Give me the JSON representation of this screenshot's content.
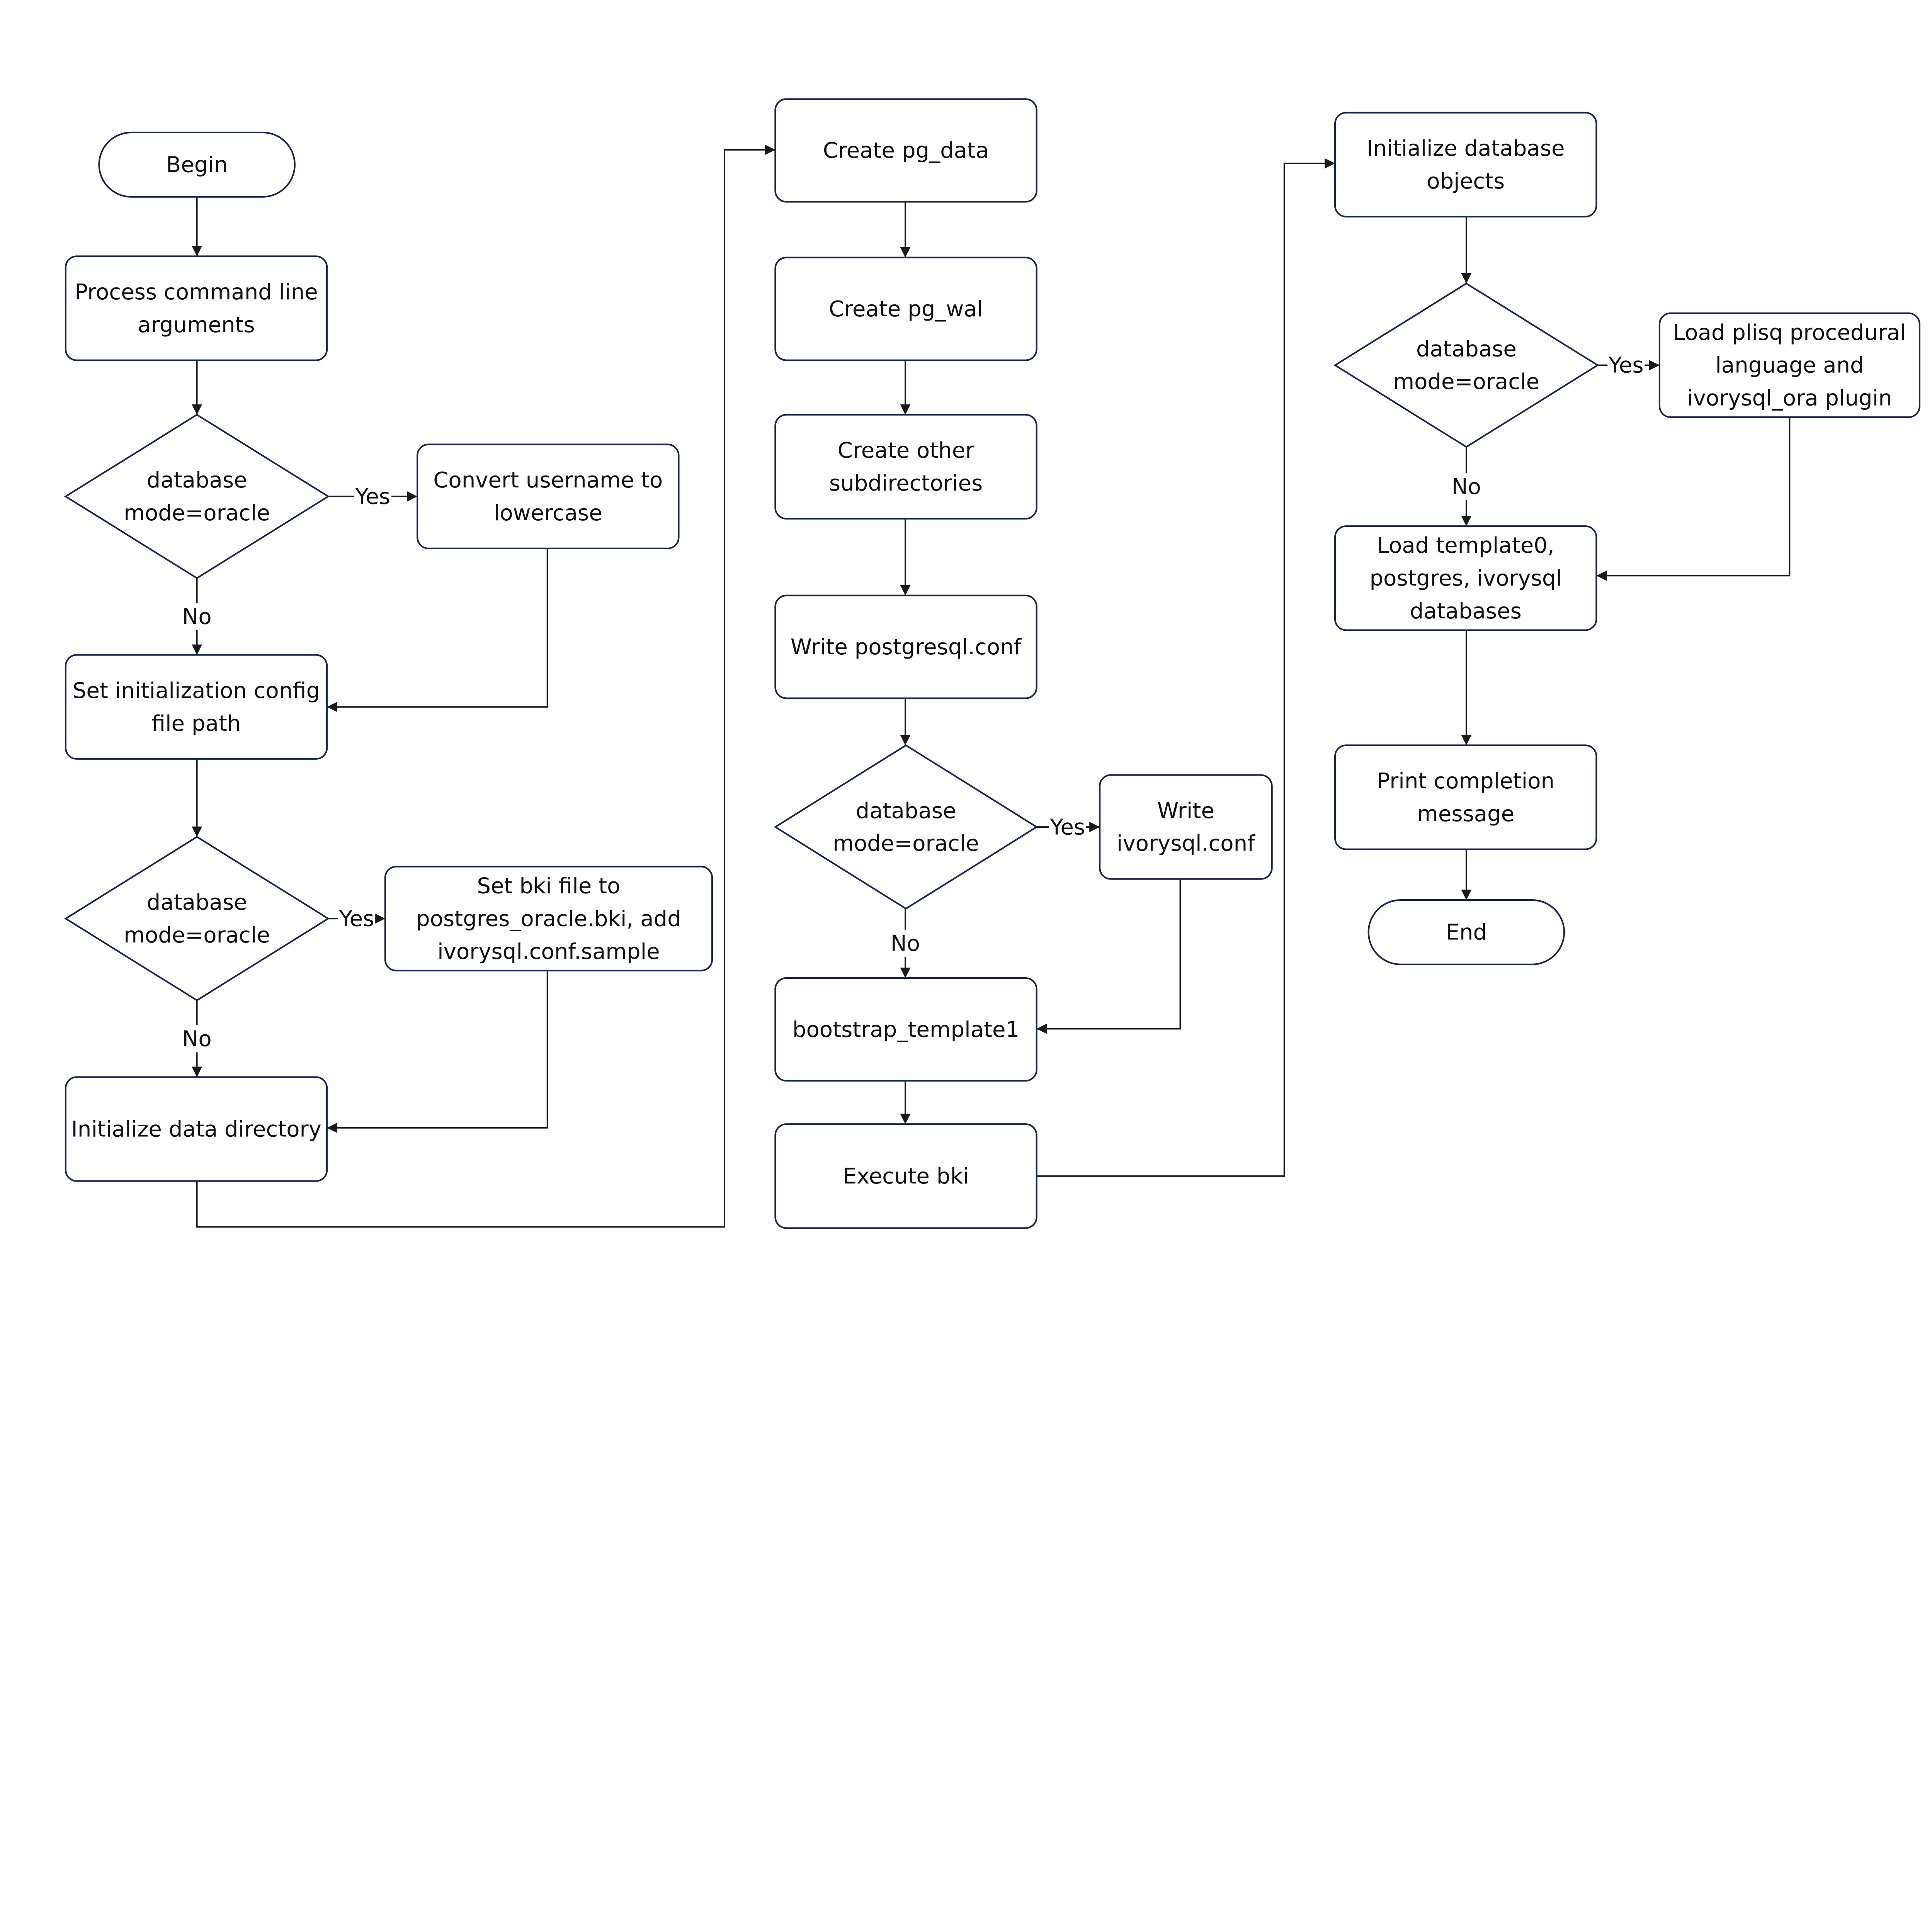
{
  "colors": {
    "node_border": "#1b2350",
    "edge": "#1a1a1a",
    "background": "#ffffff"
  },
  "nodes": {
    "begin": [
      "Begin"
    ],
    "process_args": [
      "Process command line",
      "arguments"
    ],
    "decision1": [
      "database",
      "mode=oracle"
    ],
    "convert_username": [
      "Convert username to",
      "lowercase"
    ],
    "set_config_path": [
      "Set initialization config",
      "file path"
    ],
    "decision2": [
      "database",
      "mode=oracle"
    ],
    "set_bki": [
      "Set bki file to",
      "postgres_oracle.bki, add",
      "ivorysql.conf.sample"
    ],
    "init_data_dir": [
      "Initialize data directory"
    ],
    "create_pg_data": [
      "Create pg_data"
    ],
    "create_pg_wal": [
      "Create pg_wal"
    ],
    "create_subdirs": [
      "Create other",
      "subdirectories"
    ],
    "write_postgresql_conf": [
      "Write postgresql.conf"
    ],
    "decision3": [
      "database",
      "mode=oracle"
    ],
    "write_ivorysql_conf": [
      "Write",
      "ivorysql.conf"
    ],
    "bootstrap_template1": [
      "bootstrap_template1"
    ],
    "execute_bki": [
      "Execute bki"
    ],
    "init_db_objects": [
      "Initialize database",
      "objects"
    ],
    "decision4": [
      "database",
      "mode=oracle"
    ],
    "load_plisql": [
      "Load plisq procedural",
      "language and",
      "ivorysql_ora plugin"
    ],
    "load_templates": [
      "Load template0,",
      "postgres, ivorysql",
      "databases"
    ],
    "print_completion": [
      "Print completion",
      "message"
    ],
    "end": [
      "End"
    ]
  },
  "edge_labels": {
    "yes": "Yes",
    "no": "No"
  }
}
